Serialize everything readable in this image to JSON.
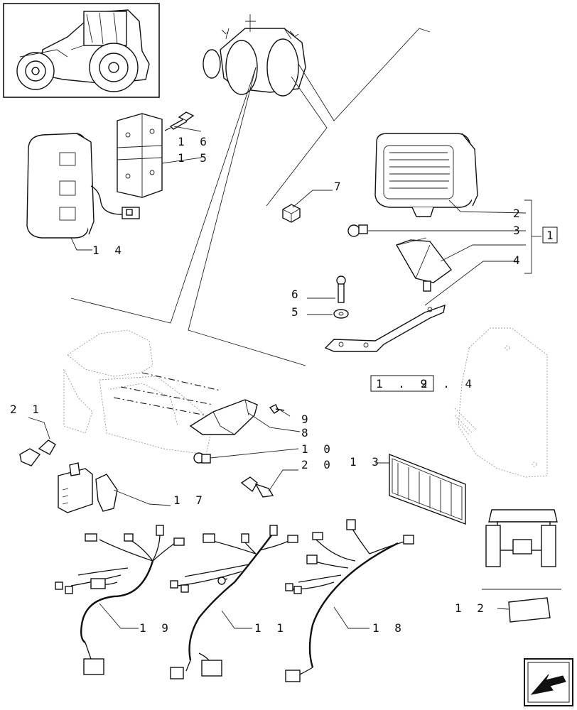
{
  "labels": {
    "p1": "1",
    "p2": "2",
    "p3": "3",
    "p4": "4",
    "p5": "5",
    "p6": "6",
    "p7": "7",
    "p8": "8",
    "p9": "9",
    "p10": "1 0",
    "p11": "1 1",
    "p12": "1 2",
    "p13": "1 3",
    "p14": "1 4",
    "p15": "1 5",
    "p16": "1 6",
    "p17": "1 7",
    "p18": "1 8",
    "p19": "1 9",
    "p20": "2 0",
    "p21": "2 1",
    "ref_boxed": "1 . 9",
    "ref_rest": "2 . 4"
  },
  "icons": {
    "thumbnail": "tractor-thumbnail-icon",
    "nav": "arrow-back-icon"
  }
}
